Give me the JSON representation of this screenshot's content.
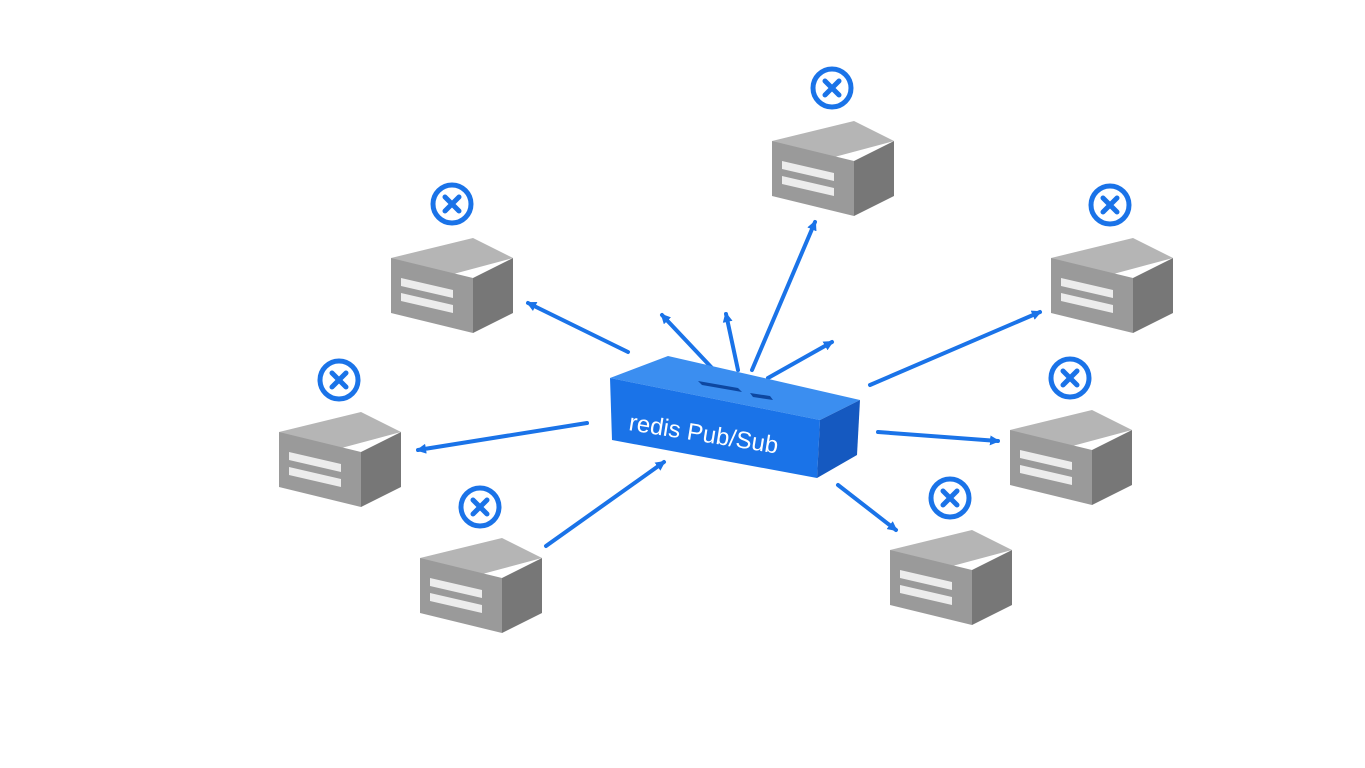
{
  "diagram": {
    "hub": {
      "label": "redis Pub/Sub",
      "color": "#1a73e8",
      "icon": "message-broker-box"
    },
    "subscribers": [
      {
        "id": "sub-top",
        "icon": "server-box",
        "status_icon": "x-circle-icon"
      },
      {
        "id": "sub-upper-left",
        "icon": "server-box",
        "status_icon": "x-circle-icon"
      },
      {
        "id": "sub-upper-right",
        "icon": "server-box",
        "status_icon": "x-circle-icon"
      },
      {
        "id": "sub-middle-left",
        "icon": "server-box",
        "status_icon": "x-circle-icon"
      },
      {
        "id": "sub-middle-right",
        "icon": "server-box",
        "status_icon": "x-circle-icon"
      },
      {
        "id": "sub-lower-left",
        "icon": "server-box",
        "status_icon": "x-circle-icon"
      },
      {
        "id": "sub-lower-right",
        "icon": "server-box",
        "status_icon": "x-circle-icon"
      }
    ],
    "colors": {
      "arrow": "#1a73e8",
      "server_top": "#b3b3b3",
      "server_front": "#9e9e9e",
      "server_side": "#7a7a7a",
      "status_icon": "#1a73e8"
    }
  }
}
